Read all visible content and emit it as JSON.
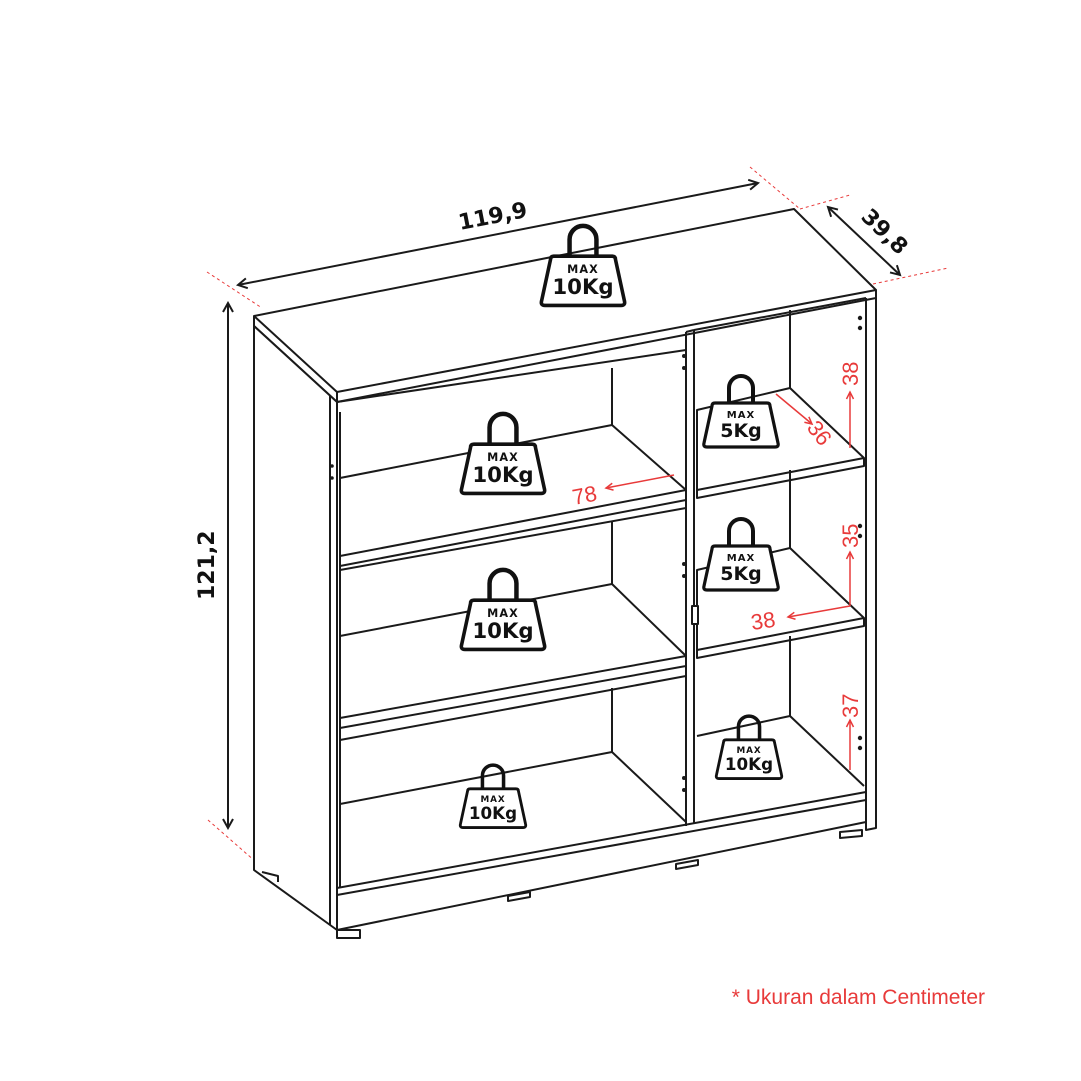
{
  "dimensions": {
    "width": "119,9",
    "depth": "39,8",
    "height": "121,2"
  },
  "shelf_dims": {
    "left_top_depth": "78",
    "right_top_height": "38",
    "right_top_depth": "36",
    "right_mid_height": "35",
    "right_mid_depth": "38",
    "right_bottom_height": "37"
  },
  "weights": [
    {
      "id": "top",
      "max": "MAX",
      "load": "10Kg"
    },
    {
      "id": "left-1",
      "max": "MAX",
      "load": "10Kg"
    },
    {
      "id": "left-2",
      "max": "MAX",
      "load": "10Kg"
    },
    {
      "id": "left-3",
      "max": "MAX",
      "load": "10Kg"
    },
    {
      "id": "right-1",
      "max": "MAX",
      "load": "5Kg"
    },
    {
      "id": "right-2",
      "max": "MAX",
      "load": "5Kg"
    },
    {
      "id": "right-3",
      "max": "MAX",
      "load": "10Kg"
    }
  ],
  "note": "* Ukuran dalam Centimeter",
  "colors": {
    "line": "#1a1a1a",
    "accent": "#e83a3a"
  }
}
